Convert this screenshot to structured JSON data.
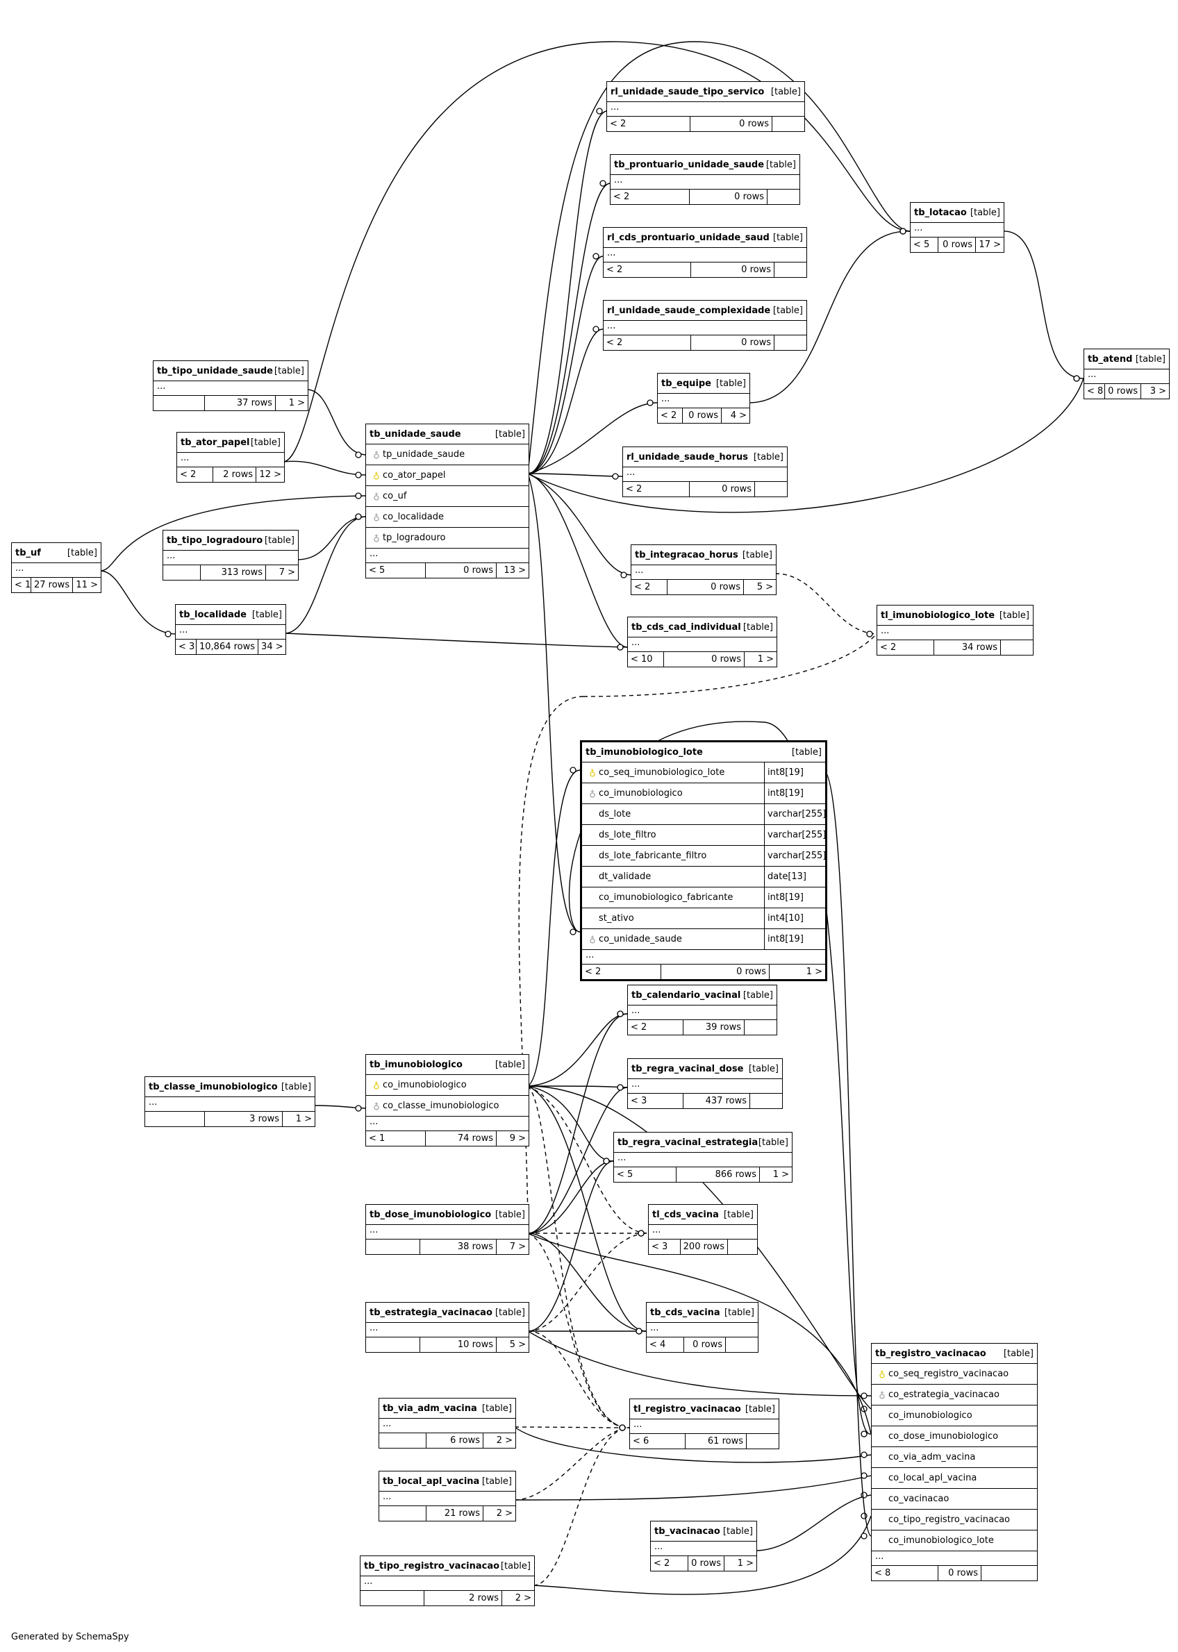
{
  "diagram_title": "",
  "footer_text": "Generated by SchemaSpy",
  "table_kind_label": "[table]",
  "ellipsis": "...",
  "tables": [
    {
      "id": "rl_ust",
      "name": "rl_unidade_saude_tipo_servico",
      "parents": "< 2",
      "rows": "0 rows",
      "children": ""
    },
    {
      "id": "tb_pus",
      "name": "tb_prontuario_unidade_saude",
      "parents": "< 2",
      "rows": "0 rows",
      "children": ""
    },
    {
      "id": "rl_cds_pus",
      "name": "rl_cds_prontuario_unidade_saud",
      "parents": "< 2",
      "rows": "0 rows",
      "children": ""
    },
    {
      "id": "rl_usc",
      "name": "rl_unidade_saude_complexidade",
      "parents": "< 2",
      "rows": "0 rows",
      "children": ""
    },
    {
      "id": "tb_lotacao",
      "name": "tb_lotacao",
      "parents": "< 5",
      "rows": "0 rows",
      "children": "17 >"
    },
    {
      "id": "tb_atend",
      "name": "tb_atend",
      "parents": "< 8",
      "rows": "0 rows",
      "children": "3 >"
    },
    {
      "id": "tb_equipe",
      "name": "tb_equipe",
      "parents": "< 2",
      "rows": "0 rows",
      "children": "4 >"
    },
    {
      "id": "rl_ush",
      "name": "rl_unidade_saude_horus",
      "parents": "< 2",
      "rows": "0 rows",
      "children": ""
    },
    {
      "id": "tb_tus",
      "name": "tb_tipo_unidade_saude",
      "parents": "",
      "rows": "37 rows",
      "children": "1 >"
    },
    {
      "id": "tb_ator",
      "name": "tb_ator_papel",
      "parents": "< 2",
      "rows": "2 rows",
      "children": "12 >"
    },
    {
      "id": "tb_uf",
      "name": "tb_uf",
      "parents": "< 1",
      "rows": "27 rows",
      "children": "11 >"
    },
    {
      "id": "tb_tl",
      "name": "tb_tipo_logradouro",
      "parents": "",
      "rows": "313 rows",
      "children": "7 >"
    },
    {
      "id": "tb_loc",
      "name": "tb_localidade",
      "parents": "< 3",
      "rows": "10,864 rows",
      "children": "34 >"
    },
    {
      "id": "tb_ih",
      "name": "tb_integracao_horus",
      "parents": "< 2",
      "rows": "0 rows",
      "children": "5 >"
    },
    {
      "id": "tb_cci",
      "name": "tb_cds_cad_individual",
      "parents": "< 10",
      "rows": "0 rows",
      "children": "1 >"
    },
    {
      "id": "tl_il",
      "name": "tl_imunobiologico_lote",
      "parents": "< 2",
      "rows": "34 rows",
      "children": ""
    },
    {
      "id": "tb_cv",
      "name": "tb_calendario_vacinal",
      "parents": "< 2",
      "rows": "39 rows",
      "children": ""
    },
    {
      "id": "tb_rvd",
      "name": "tb_regra_vacinal_dose",
      "parents": "< 3",
      "rows": "437 rows",
      "children": ""
    },
    {
      "id": "tb_rve",
      "name": "tb_regra_vacinal_estrategia",
      "parents": "< 5",
      "rows": "866 rows",
      "children": "1 >"
    },
    {
      "id": "tb_ci",
      "name": "tb_classe_imunobiologico",
      "parents": "",
      "rows": "3 rows",
      "children": "1 >"
    },
    {
      "id": "tl_cdsv",
      "name": "tl_cds_vacina",
      "parents": "< 3",
      "rows": "200 rows",
      "children": ""
    },
    {
      "id": "tb_di",
      "name": "tb_dose_imunobiologico",
      "parents": "",
      "rows": "38 rows",
      "children": "7 >"
    },
    {
      "id": "tb_cdsv",
      "name": "tb_cds_vacina",
      "parents": "< 4",
      "rows": "0 rows",
      "children": ""
    },
    {
      "id": "tb_ev",
      "name": "tb_estrategia_vacinacao",
      "parents": "",
      "rows": "10 rows",
      "children": "5 >"
    },
    {
      "id": "tb_vav",
      "name": "tb_via_adm_vacina",
      "parents": "",
      "rows": "6 rows",
      "children": "2 >"
    },
    {
      "id": "tl_rv",
      "name": "tl_registro_vacinacao",
      "parents": "< 6",
      "rows": "61 rows",
      "children": ""
    },
    {
      "id": "tb_lav",
      "name": "tb_local_apl_vacina",
      "parents": "",
      "rows": "21 rows",
      "children": "2 >"
    },
    {
      "id": "tb_vac",
      "name": "tb_vacinacao",
      "parents": "< 2",
      "rows": "0 rows",
      "children": "1 >"
    },
    {
      "id": "tb_trv",
      "name": "tb_tipo_registro_vacinacao",
      "parents": "",
      "rows": "2 rows",
      "children": "2 >"
    }
  ],
  "detailed_tables": [
    {
      "id": "tb_us",
      "name": "tb_unidade_saude",
      "parents": "< 5",
      "rows": "0 rows",
      "children": "13 >",
      "columns": [
        {
          "name": "tp_unidade_saude",
          "key": "fk"
        },
        {
          "name": "co_ator_papel",
          "key": "pk"
        },
        {
          "name": "co_uf",
          "key": "fk"
        },
        {
          "name": "co_localidade",
          "key": "fk"
        },
        {
          "name": "tp_logradouro",
          "key": "fk"
        }
      ]
    },
    {
      "id": "tb_im",
      "name": "tb_imunobiologico",
      "parents": "< 1",
      "rows": "74 rows",
      "children": "9 >",
      "columns": [
        {
          "name": "co_imunobiologico",
          "key": "pk"
        },
        {
          "name": "co_classe_imunobiologico",
          "key": "fk"
        }
      ]
    },
    {
      "id": "tb_il",
      "name": "tb_imunobiologico_lote",
      "parents": "< 2",
      "rows": "0 rows",
      "children": "1 >",
      "columns": [
        {
          "name": "co_seq_imunobiologico_lote",
          "key": "pk",
          "type": "int8[19]"
        },
        {
          "name": "co_imunobiologico",
          "key": "fk",
          "type": "int8[19]"
        },
        {
          "name": "ds_lote",
          "key": "",
          "type": "varchar[255]"
        },
        {
          "name": "ds_lote_filtro",
          "key": "",
          "type": "varchar[255]"
        },
        {
          "name": "ds_lote_fabricante_filtro",
          "key": "",
          "type": "varchar[255]"
        },
        {
          "name": "dt_validade",
          "key": "",
          "type": "date[13]"
        },
        {
          "name": "co_imunobiologico_fabricante",
          "key": "",
          "type": "int8[19]"
        },
        {
          "name": "st_ativo",
          "key": "",
          "type": "int4[10]"
        },
        {
          "name": "co_unidade_saude",
          "key": "fk",
          "type": "int8[19]"
        }
      ]
    },
    {
      "id": "tb_rv",
      "name": "tb_registro_vacinacao",
      "parents": "< 8",
      "rows": "0 rows",
      "children": "",
      "columns": [
        {
          "name": "co_seq_registro_vacinacao",
          "key": "pk"
        },
        {
          "name": "co_estrategia_vacinacao",
          "key": "fk"
        },
        {
          "name": "co_imunobiologico",
          "key": ""
        },
        {
          "name": "co_dose_imunobiologico",
          "key": ""
        },
        {
          "name": "co_via_adm_vacina",
          "key": ""
        },
        {
          "name": "co_local_apl_vacina",
          "key": ""
        },
        {
          "name": "co_vacinacao",
          "key": ""
        },
        {
          "name": "co_tipo_registro_vacinacao",
          "key": ""
        },
        {
          "name": "co_imunobiologico_lote",
          "key": ""
        }
      ]
    }
  ]
}
